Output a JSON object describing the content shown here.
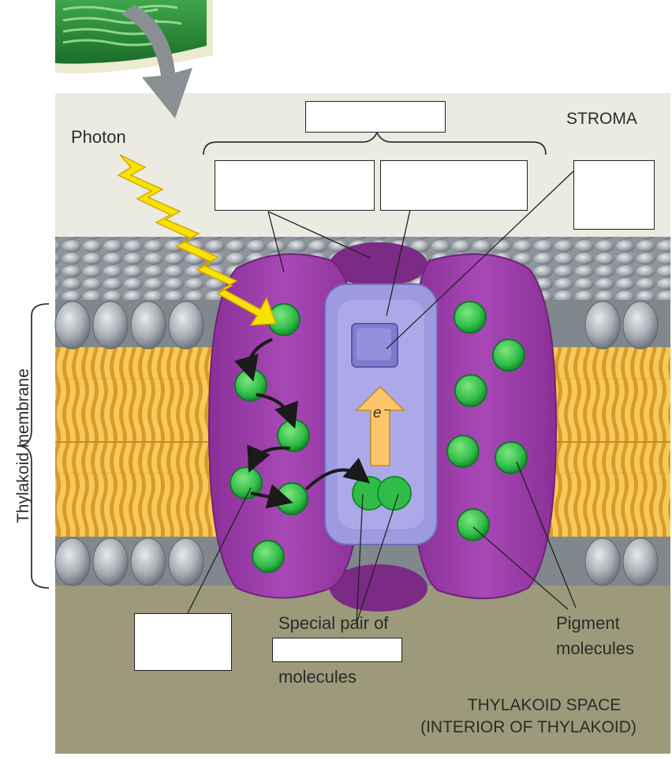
{
  "labels": {
    "photon": "Photon",
    "stroma": "STROMA",
    "thylakoid_membrane": "Thylakoid membrane",
    "special_pair_line1": "Special pair of",
    "special_pair_line2": "molecules",
    "pigment_line1": "Pigment",
    "pigment_line2": "molecules",
    "space_line1": "THYLAKOID SPACE",
    "space_line2": "(INTERIOR OF THYLAKOID)",
    "electron": "e⁻"
  },
  "blank_boxes": [
    {
      "id": "photosystem-name",
      "text": ""
    },
    {
      "id": "complex-left",
      "text": ""
    },
    {
      "id": "complex-center",
      "text": ""
    },
    {
      "id": "acceptor",
      "text": ""
    },
    {
      "id": "chlorophyll-type",
      "text": ""
    },
    {
      "id": "special-pair-type",
      "text": ""
    }
  ],
  "colors": {
    "stroma": "#ecebe2",
    "thylakoid_space": "#9c9a7a",
    "lipid_head": "#a7adb2",
    "lipid_tail": "#f2bd48",
    "protein": "#9a3aa8",
    "protein_dark": "#7b2a86",
    "reaction_center": "#a9a6e6",
    "pigment": "#39c650",
    "photon": "#f6e400",
    "electron_arrow": "#fdc66a",
    "chloroplast": "#2f8a3a"
  }
}
